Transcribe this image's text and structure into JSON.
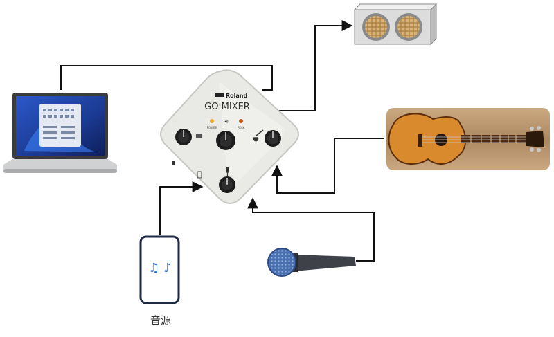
{
  "mixer": {
    "brand": "Roland",
    "model": "GO:MIXER",
    "power_label": "POWER",
    "peak_label": "PEAK"
  },
  "smartphone": {
    "music_glyph": "♫ ♪",
    "caption": "音源"
  },
  "icons": {
    "laptop": "laptop-icon",
    "speaker": "speaker-icon",
    "guitar": "acoustic-guitar-icon",
    "microphone": "microphone-icon",
    "smartphone": "smartphone-icon"
  },
  "colors": {
    "wire": "#111111",
    "mixer_body": "#e9e9e5",
    "knob": "#1c1c1c",
    "phone_border": "#1f2a44",
    "music_note": "#2f6fd6",
    "mic_head": "#4a6fb0",
    "guitar_body": "#d88a2c",
    "wood": "#b99265",
    "speaker_box": "#d9d9d9"
  }
}
